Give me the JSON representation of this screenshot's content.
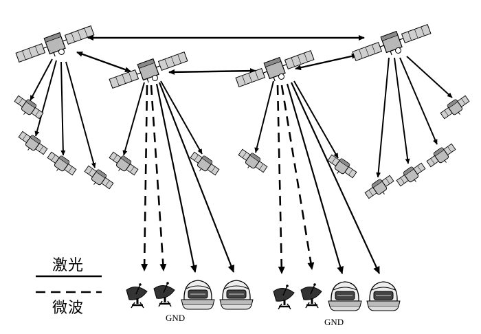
{
  "legend": {
    "laser_label": "激光",
    "microwave_label": "微波"
  },
  "ground_labels": [
    "GND",
    "GND"
  ]
}
